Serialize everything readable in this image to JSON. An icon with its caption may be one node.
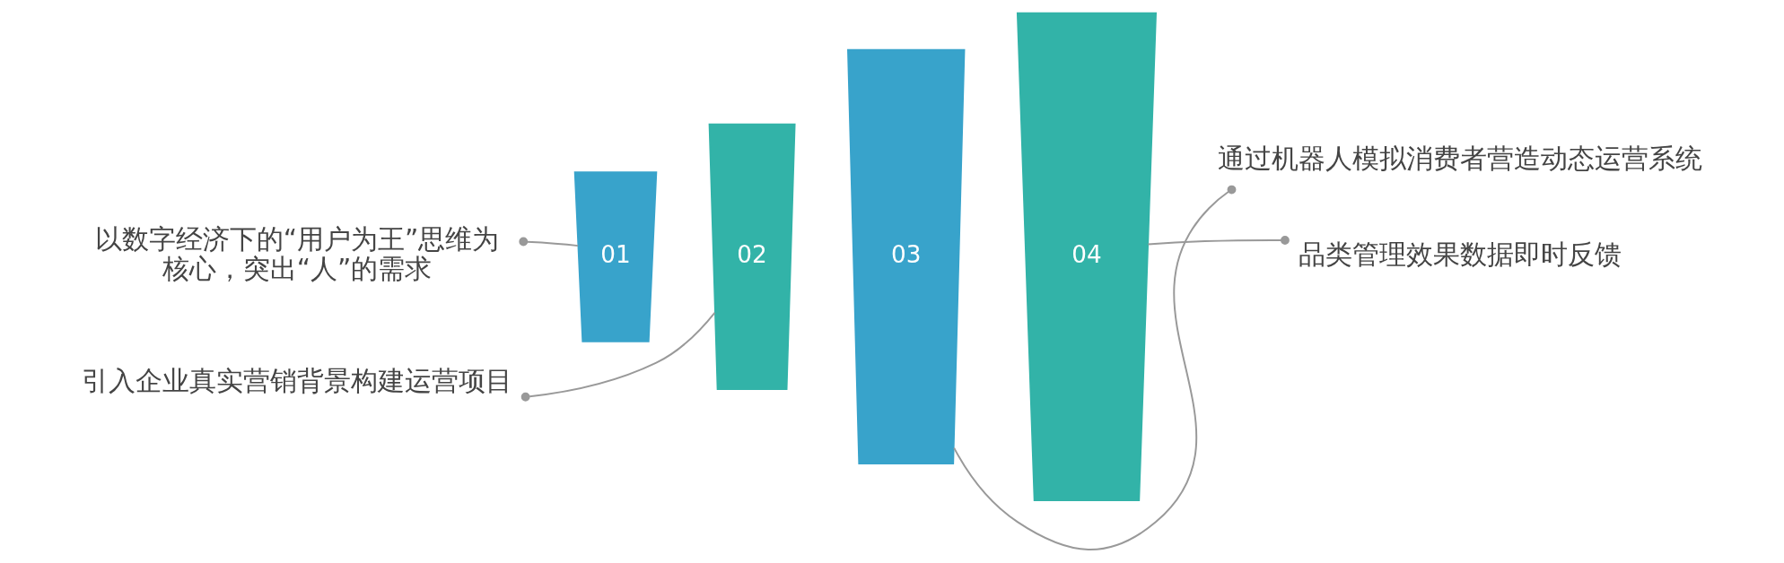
{
  "diagram": {
    "nodes": [
      {
        "text": [
          "引入企业真实营销背景构建运营项目"
        ]
      },
      {
        "text": [
          "以数字经济下的“用户为王”思维为核心，突出“人”的需求"
        ]
      },
      {
        "text": [
          "01"
        ]
      },
      {
        "text": [
          "02"
        ]
      },
      {
        "text": [
          "03"
        ]
      },
      {
        "text": [
          "04"
        ]
      },
      {
        "text": [
          "通过机器人模拟消费者营造动态运营系统"
        ]
      },
      {
        "text": [
          "品类管理效果数据即时反馈"
        ]
      }
    ],
    "edges": [
      {
        "from": 0,
        "to": 3,
        "arrow": "other"
      },
      {
        "from": 1,
        "to": 2,
        "arrow": "other"
      },
      {
        "from": 6,
        "to": 4,
        "arrow": "other"
      },
      {
        "from": 7,
        "to": 5,
        "arrow": "other"
      }
    ]
  }
}
